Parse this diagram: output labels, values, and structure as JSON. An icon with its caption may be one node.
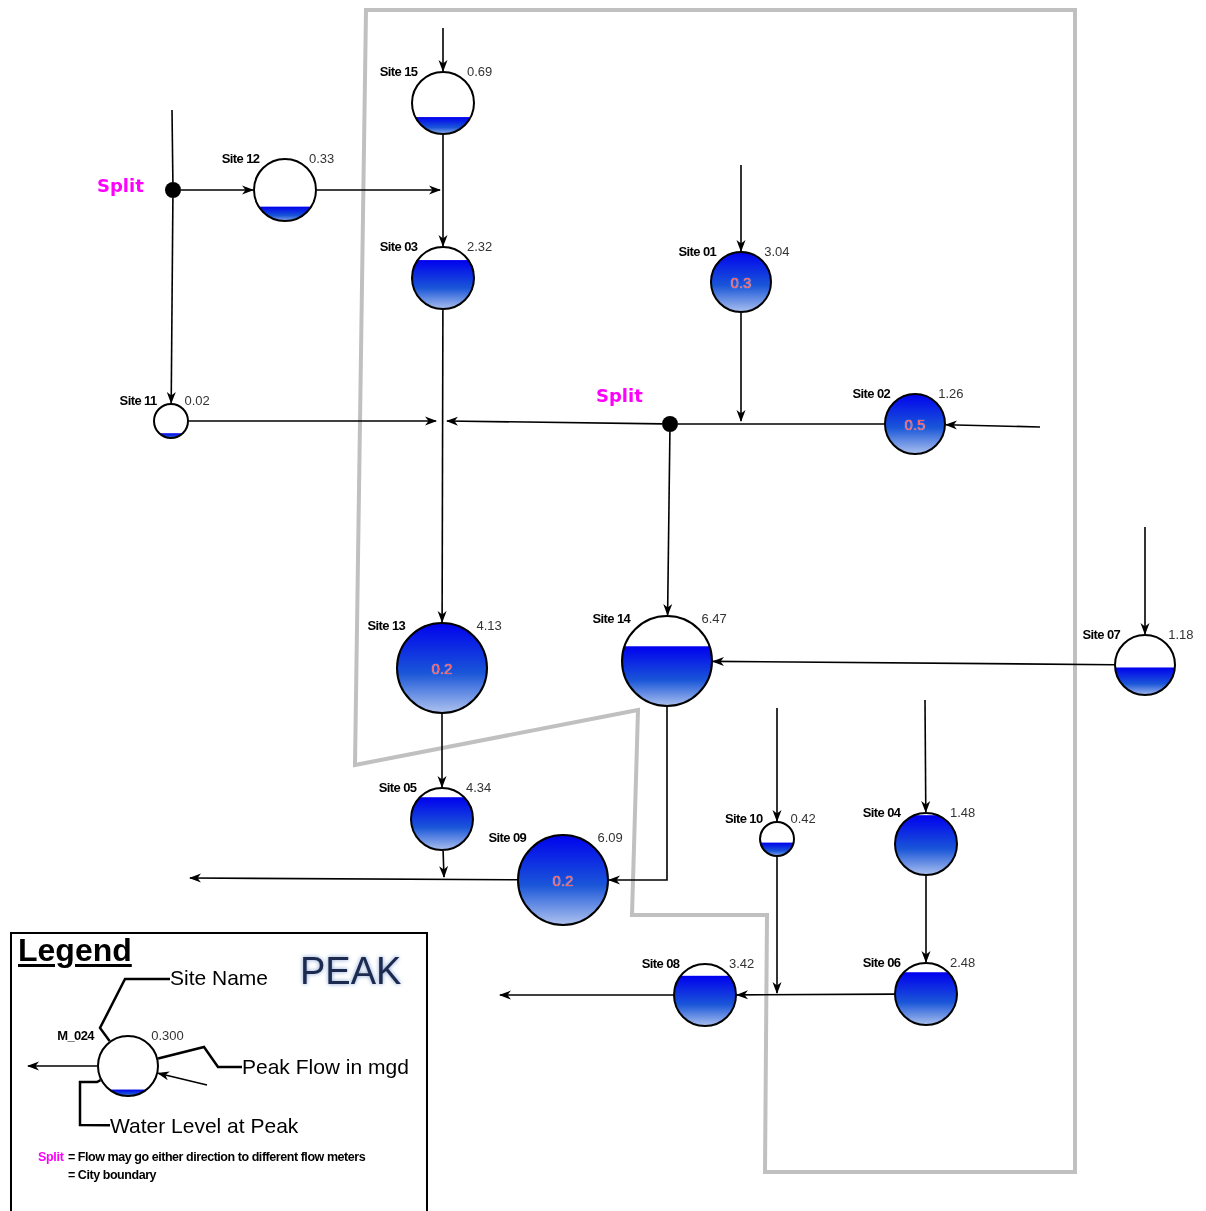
{
  "diagram": {
    "title": "PEAK",
    "nodes": [
      {
        "text": [
          "Site 15"
        ],
        "beside": [
          "0.69"
        ]
      },
      {
        "text": [],
        "shape": "circle",
        "beside": [
          "Split"
        ]
      },
      {
        "text": [
          "Site 12"
        ],
        "beside": [
          "0.33"
        ]
      },
      {
        "text": [
          "Site 03"
        ],
        "beside": [
          "2.32"
        ]
      },
      {
        "text": [
          "Site 01",
          "0.3"
        ],
        "beside": [
          "3.04"
        ]
      },
      {
        "text": [
          "Site 11"
        ],
        "beside": [
          "0.02"
        ]
      },
      {
        "text": [],
        "shape": "circle",
        "beside": [
          "Split"
        ]
      },
      {
        "text": [
          "Site 02",
          "0.5"
        ],
        "beside": [
          "1.26"
        ]
      },
      {
        "text": [
          "Site 13",
          "0.2"
        ],
        "beside": [
          "4.13"
        ]
      },
      {
        "text": [
          "Site 14"
        ],
        "beside": [
          "6.47"
        ]
      },
      {
        "text": [
          "Site 07"
        ],
        "beside": [
          "1.18"
        ]
      },
      {
        "text": [
          "Site 05"
        ],
        "beside": [
          "4.34"
        ]
      },
      {
        "text": [
          "Site 09",
          "0.2"
        ],
        "beside": [
          "6.09"
        ]
      },
      {
        "text": [
          "Site 10"
        ],
        "beside": [
          "0.42"
        ]
      },
      {
        "text": [
          "Site 04"
        ],
        "beside": [
          "1.48"
        ]
      },
      {
        "text": [
          "Site 06"
        ],
        "beside": [
          "2.48"
        ]
      },
      {
        "text": [
          "Site 08"
        ],
        "beside": [
          "3.42"
        ]
      },
      {
        "text": [
          "M_024"
        ],
        "beside": [
          "0.300"
        ]
      },
      {
        "text": [
          "Site Name"
        ]
      },
      {
        "text": [
          "Peak Flow in mgd"
        ]
      },
      {
        "text": [
          "Water Level at Peak"
        ]
      }
    ],
    "edges": [
      {
        "from": null,
        "to": 0,
        "arrow": "to"
      },
      {
        "from": null,
        "to": 1,
        "arrow": "none"
      },
      {
        "from": 1,
        "to": 2,
        "arrow": "to"
      },
      {
        "from": 1,
        "to": 5,
        "arrow": "to"
      },
      {
        "from": 2,
        "to": null,
        "arrow": "to"
      },
      {
        "from": 0,
        "to": 3,
        "arrow": "to"
      },
      {
        "from": 3,
        "to": 8,
        "arrow": "to"
      },
      {
        "from": 5,
        "to": null,
        "arrow": "to"
      },
      {
        "from": null,
        "to": 7,
        "arrow": "to"
      },
      {
        "from": 7,
        "to": 6,
        "arrow": "none"
      },
      {
        "from": 6,
        "to": null,
        "arrow": "to"
      },
      {
        "from": null,
        "to": 4,
        "arrow": "to"
      },
      {
        "from": 4,
        "to": null,
        "arrow": "to"
      },
      {
        "from": 6,
        "to": 9,
        "arrow": "to"
      },
      {
        "from": null,
        "to": 10,
        "arrow": "to"
      },
      {
        "from": 10,
        "to": 9,
        "arrow": "to"
      },
      {
        "from": 8,
        "to": 11,
        "arrow": "to"
      },
      {
        "from": 11,
        "to": null,
        "arrow": "to"
      },
      {
        "from": 12,
        "to": null,
        "arrow": "to"
      },
      {
        "from": 9,
        "to": 12,
        "arrow": "to"
      },
      {
        "from": null,
        "to": 13,
        "arrow": "to"
      },
      {
        "from": 13,
        "to": null,
        "arrow": "to"
      },
      {
        "from": null,
        "to": 14,
        "arrow": "to"
      },
      {
        "from": 14,
        "to": 15,
        "arrow": "to"
      },
      {
        "from": 15,
        "to": 16,
        "arrow": "to"
      },
      {
        "from": 16,
        "to": null,
        "arrow": "to"
      },
      {
        "from": 18,
        "to": 17,
        "arrow": "none"
      },
      {
        "from": 19,
        "to": 17,
        "arrow": "none"
      },
      {
        "from": 20,
        "to": 17,
        "arrow": "none"
      },
      {
        "from": 17,
        "to": null,
        "arrow": "to"
      },
      {
        "from": null,
        "to": 17,
        "arrow": "to"
      }
    ],
    "labels": [
      "Legend",
      "Split",
      "= Flow may go either direction to different flow meters",
      "= City boundary"
    ]
  }
}
